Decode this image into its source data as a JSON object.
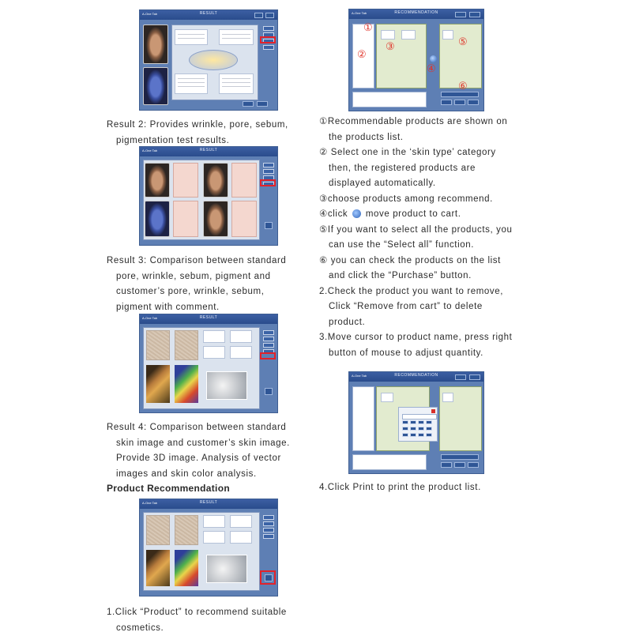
{
  "shots": {
    "result_title": "RESULT",
    "recommend_title": "RECOMMENDATION",
    "logo": "A-One Tab",
    "markers": [
      "①",
      "②",
      "③",
      "④",
      "⑤",
      "⑥"
    ]
  },
  "left": {
    "result2": [
      "Result 2: Provides wrinkle, pore, sebum,",
      "pigmentation test results."
    ],
    "result3": [
      "Result 3: Comparison between standard",
      "pore, wrinkle, sebum, pigment and",
      "customer’s pore, wrinkle, sebum,",
      "pigment with comment."
    ],
    "result4": [
      "Result 4: Comparison between standard",
      "skin image and customer’s skin image.",
      "Provide 3D image. Analysis of vector",
      "images and skin color analysis."
    ],
    "heading": "Product Recommendation",
    "step1": [
      "1.Click “Product” to recommend suitable",
      "cosmetics."
    ]
  },
  "right": {
    "items": [
      [
        "①Recommendable products are shown on",
        "the products list."
      ],
      [
        "② Select one in the ‘skin type’ category",
        "then, the registered products are",
        "displayed automatically."
      ],
      [
        "③choose products among recommend."
      ],
      [
        "④click",
        "move product to cart."
      ],
      [
        "⑤If you want to select all the products, you",
        "can use the “Select all” function."
      ],
      [
        "⑥ you can check the products on the list",
        "and click the “Purchase” button."
      ],
      [
        "2.Check the product you want to remove,",
        "Click “Remove from cart” to delete",
        "product."
      ],
      [
        "3.Move cursor to product name, press right",
        "button of mouse to adjust quantity."
      ]
    ],
    "step4": "4.Click Print to print the product list."
  }
}
